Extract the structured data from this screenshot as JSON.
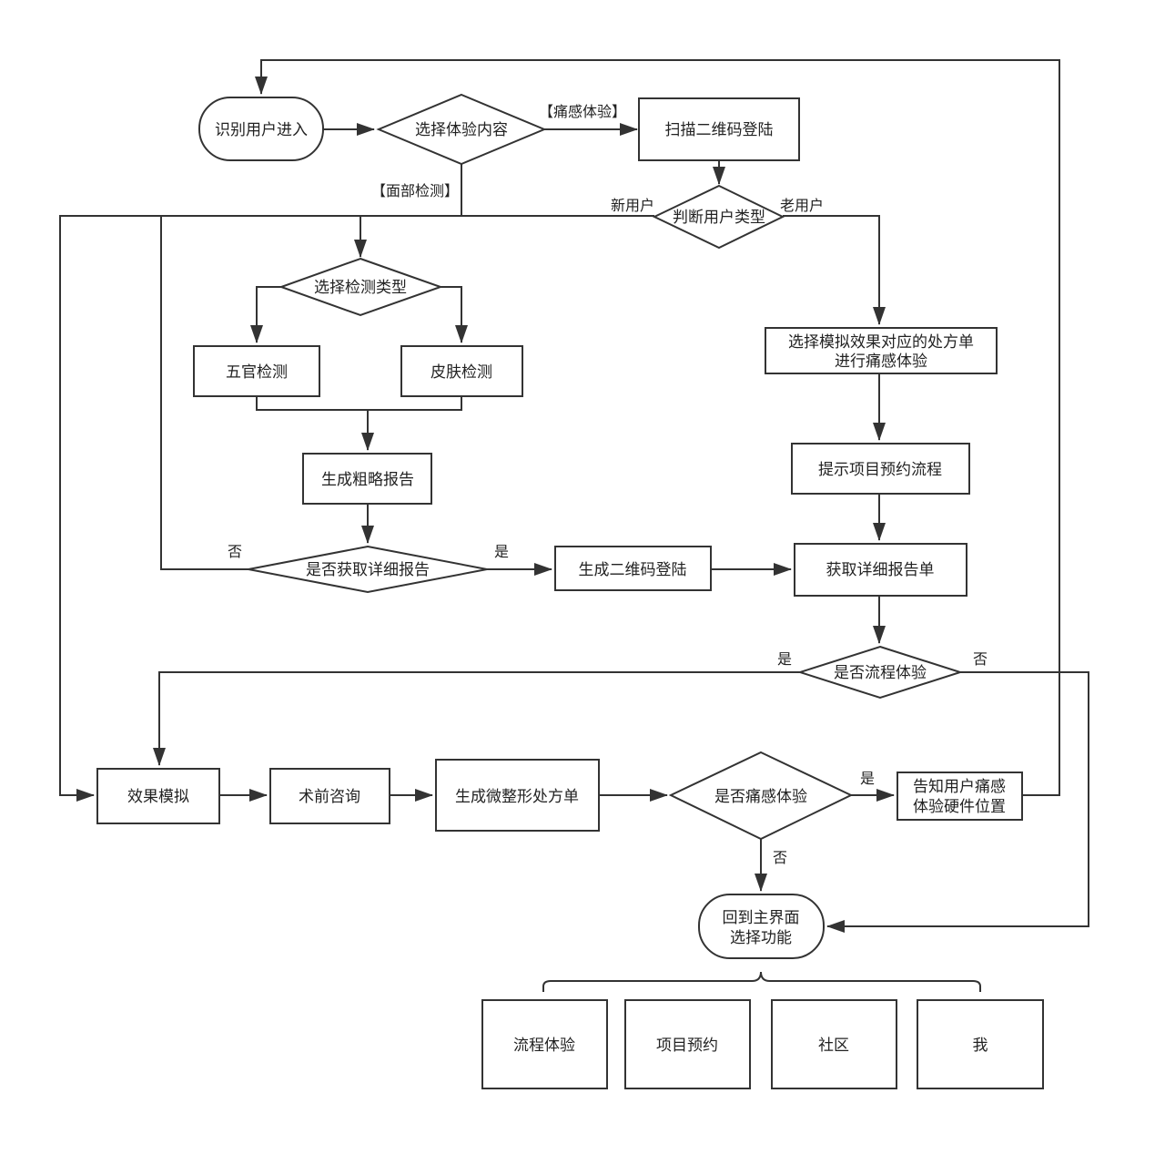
{
  "nodes": {
    "identify_user": "识别用户进入",
    "choose_content": "选择体验内容",
    "scan_qr_login": "扫描二维码登陆",
    "judge_user_type": "判断用户类型",
    "choose_detect_type": "选择检测类型",
    "facial_features": "五官检测",
    "skin_detect": "皮肤检测",
    "rough_report": "生成粗略报告",
    "get_detail_report_q": "是否获取详细报告",
    "gen_qr_login": "生成二维码登陆",
    "select_prescription_l1": "选择模拟效果对应的处方单",
    "select_prescription_l2": "进行痛感体验",
    "prompt_booking": "提示项目预约流程",
    "get_detail_report": "获取详细报告单",
    "process_experience_q": "是否流程体验",
    "effect_sim": "效果模拟",
    "preop_consult": "术前咨询",
    "gen_prescription": "生成微整形处方单",
    "pain_experience_q": "是否痛感体验",
    "inform_l1": "告知用户痛感",
    "inform_l2": "体验硬件位置",
    "back_main_l1": "回到主界面",
    "back_main_l2": "选择功能",
    "menu_process": "流程体验",
    "menu_booking": "项目预约",
    "menu_community": "社区",
    "menu_me": "我"
  },
  "edge_labels": {
    "pain_exp": "【痛感体验】",
    "face_detect": "【面部检测】",
    "new_user": "新用户",
    "old_user": "老用户",
    "no_detail": "否",
    "yes_detail": "是",
    "yes_process": "是",
    "no_process": "否",
    "yes_pain": "是",
    "no_pain": "否"
  }
}
